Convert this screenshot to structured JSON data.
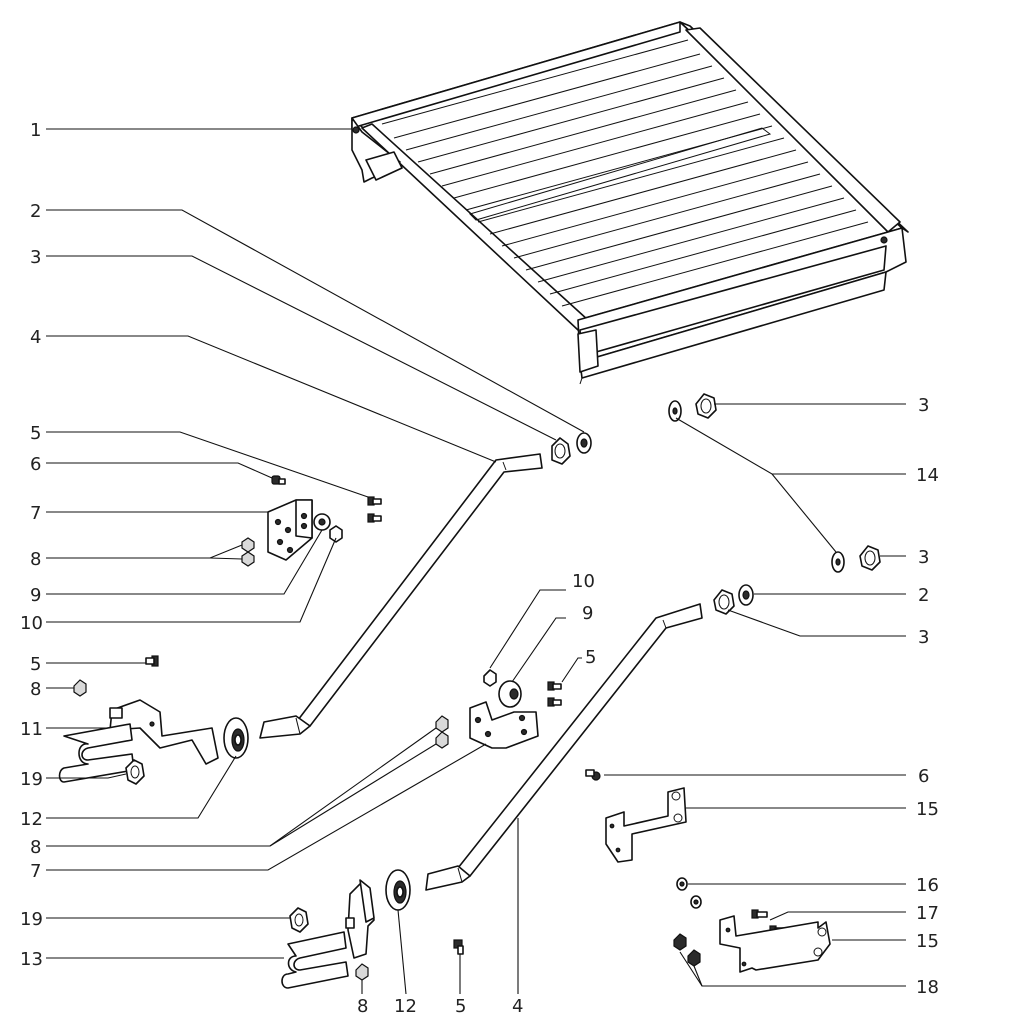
{
  "diagram": {
    "callouts": [
      {
        "id": "c-1-top",
        "label": "1"
      },
      {
        "id": "c-2-left",
        "label": "2"
      },
      {
        "id": "c-3-left",
        "label": "3"
      },
      {
        "id": "c-4-left",
        "label": "4"
      },
      {
        "id": "c-5-left",
        "label": "5"
      },
      {
        "id": "c-6-left",
        "label": "6"
      },
      {
        "id": "c-7-left",
        "label": "7"
      },
      {
        "id": "c-8-left",
        "label": "8"
      },
      {
        "id": "c-9-left",
        "label": "9"
      },
      {
        "id": "c-10-left",
        "label": "10"
      },
      {
        "id": "c-5-left2",
        "label": "5"
      },
      {
        "id": "c-8-left2",
        "label": "8"
      },
      {
        "id": "c-11-left",
        "label": "11"
      },
      {
        "id": "c-19-left",
        "label": "19"
      },
      {
        "id": "c-12-left",
        "label": "12"
      },
      {
        "id": "c-8-left3",
        "label": "8"
      },
      {
        "id": "c-7-left2",
        "label": "7"
      },
      {
        "id": "c-19-left2",
        "label": "19"
      },
      {
        "id": "c-13-left",
        "label": "13"
      },
      {
        "id": "c-8-bottom",
        "label": "8"
      },
      {
        "id": "c-12-bottom",
        "label": "12"
      },
      {
        "id": "c-5-bottom",
        "label": "5"
      },
      {
        "id": "c-4-bottom",
        "label": "4"
      },
      {
        "id": "c-3-right",
        "label": "3"
      },
      {
        "id": "c-14-right",
        "label": "14"
      },
      {
        "id": "c-3-right2",
        "label": "3"
      },
      {
        "id": "c-2-right",
        "label": "2"
      },
      {
        "id": "c-3-right3",
        "label": "3"
      },
      {
        "id": "c-10-mid",
        "label": "10"
      },
      {
        "id": "c-9-mid",
        "label": "9"
      },
      {
        "id": "c-5-mid",
        "label": "5"
      },
      {
        "id": "c-6-right",
        "label": "6"
      },
      {
        "id": "c-15-right",
        "label": "15"
      },
      {
        "id": "c-16-right",
        "label": "16"
      },
      {
        "id": "c-17-right",
        "label": "17"
      },
      {
        "id": "c-15-right2",
        "label": "15"
      },
      {
        "id": "c-18-right",
        "label": "18"
      }
    ]
  }
}
